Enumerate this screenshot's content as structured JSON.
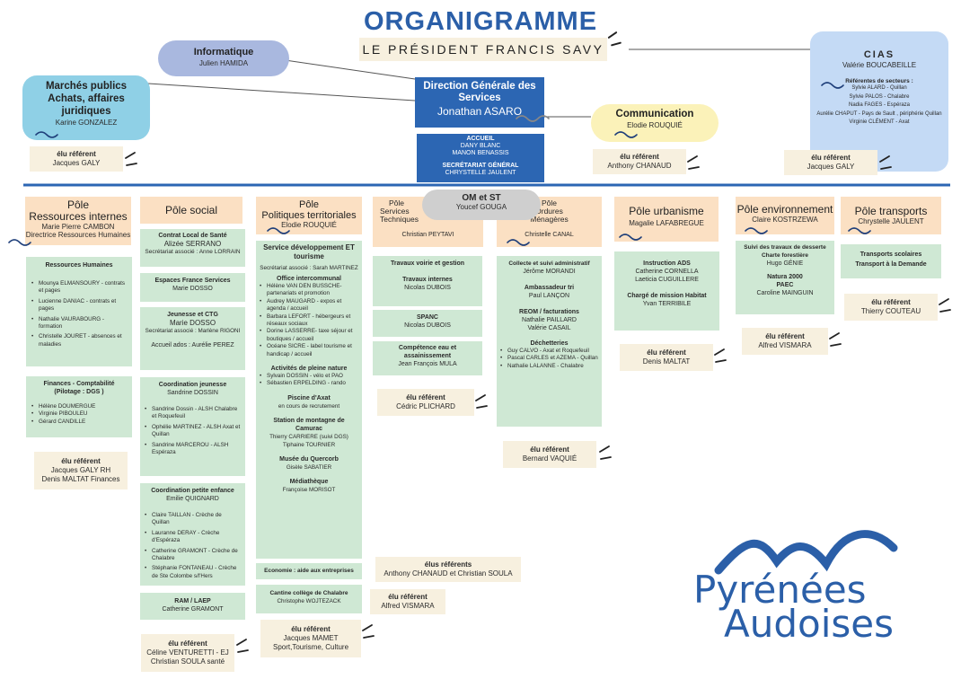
{
  "header": {
    "title": "ORGANIGRAMME",
    "subtitle": "LE PRÉSIDENT FRANCIS SAVY"
  },
  "informatique": {
    "title": "Informatique",
    "name": "Julien HAMIDA"
  },
  "marches": {
    "title": "Marchés publics Achats, affaires juridiques",
    "name": "Karine GONZALEZ",
    "ref_h": "élu référent",
    "ref_n": "Jacques GALY"
  },
  "dg": {
    "title": "Direction Générale des Services",
    "name": "Jonathan ASARO",
    "accueil": "ACCUEIL",
    "a1": "DANY BLANC",
    "a2": "MANON BENASSIS",
    "sec": "SECRÉTARIAT GÉNÉRAL",
    "s1": "CHRYSTELLE JAULENT"
  },
  "communication": {
    "title": "Communication",
    "name": "Elodie ROUQUIÉ",
    "ref_h": "élu référent",
    "ref_n": "Anthony CHANAUD"
  },
  "cias": {
    "title": "CIAS",
    "name": "Valérie BOUCABEILLE",
    "sect": "Référentes de secteurs :",
    "l1": "Sylvie ALARD - Quillan",
    "l2": "Sylvie PALOS - Chalabre",
    "l3": "Nadia FAGES - Espéraza",
    "l4": "Aurélie CHAPUT - Pays de Sault , périphérie Quillan",
    "l5": "Virginie CLÉMENT - Axat",
    "ref_h": "élu référent",
    "ref_n": "Jacques GALY"
  },
  "omst": {
    "title": "OM et ST",
    "name": "Youcef GOUGA"
  },
  "pole_rh": {
    "t1": "Pôle",
    "t2": "Ressources internes",
    "n1": "Marie Pierre CAMBON",
    "n2": "Directrice Ressources Humaines",
    "rh_title": "Ressources Humaines",
    "rh": [
      "Mounya ELMANSOURY - contrats et pages",
      "Lucienne DANIAC - contrats et pages",
      "Nathalie VAURABOURG - formation",
      "Christelle JOURET - absences et maladies"
    ],
    "fin_title": "Finances - Comptabilité (Pilotage : DGS )",
    "fin": [
      "Hélène DOUMERGUE",
      "Virginie PIBOULEU",
      "Gérard CANDILLE"
    ],
    "ref_h": "élu référent",
    "ref_n1": "Jacques GALY RH",
    "ref_n2": "Denis MALTAT Finances"
  },
  "pole_social": {
    "title": "Pôle social",
    "cls_t": "Contrat Local de Santé",
    "cls_n": "Alizée SERRANO",
    "cls_s": "Secrétariat associé : Anne LORRAIN",
    "efs_t": "Espaces France Services",
    "efs_n": "Marie DOSSO",
    "jc_t": "Jeunesse et CTG",
    "jc_n": "Marie DOSSO",
    "jc_s": "Secrétariat associé : Marlène RIGONI",
    "ado": "Accueil ados : Aurélie PEREZ",
    "coj_t": "Coordination jeunesse",
    "coj_n": "Sandrine DOSSIN",
    "coj": [
      "Sandrine Dossin - ALSH Chalabre et Roquefeuil",
      "Ophélie MARTINEZ - ALSH Axat et Quillan",
      "Sandrine MARCEROU - ALSH Espéraza"
    ],
    "cpe_t": "Coordination petite enfance",
    "cpe_n": "Emilie QUIGNARD",
    "cpe": [
      "Claire TAILLAN - Crèche de Quillan",
      "Lauranne DERAY - Crèche d'Espéraza",
      "Catherine GRAMONT - Crèche de Chalabre",
      "Stéphanie FONTANEAU - Crèche de Ste Colombe s/l'Hers"
    ],
    "ram_t": "RAM / LAEP",
    "ram_n": "Catherine GRAMONT",
    "ref_h": "élu référent",
    "ref_n1": "Céline VENTURETTI - EJ",
    "ref_n2": "Christian SOULA santé"
  },
  "pole_pt": {
    "t1": "Pôle",
    "t2": "Politiques territoriales",
    "name": "Elodie ROUQUIÉ",
    "sdt": "Service développement ET tourisme",
    "sdt_s": "Secrétariat associé : Sarah MARTINEZ",
    "oi_t": "Office intercommunal",
    "oi": [
      "Hélène VAN DEN BUSSCHE- partenariats et promotion",
      "Audrey MAUGARD - expos et agenda / accueil",
      "Barbara LEFORT - hébergeurs et réseaux sociaux",
      "Dorine LASSERRE- taxe séjour et boutiques / accueil",
      "Océane SICRE - label tourisme et handicap / accueil"
    ],
    "apn_t": "Activités de pleine nature",
    "apn": [
      "Sylvain DOSSIN - vélo et PAO",
      "Sébastien ERPELDING - rando"
    ],
    "pis_t": "Piscine d'Axat",
    "pis_n": "en cours de recrutement",
    "stm_t": "Station de montagne de Camurac",
    "stm_n1": "Thierry CARRIERE (suivi DGS)",
    "stm_n2": "Tiphaine TOURNIER",
    "mq_t": "Musée du Quercorb",
    "mq_n": "Gisèle SABATIER",
    "med_t": "Médiathèque",
    "med_n": "Françoise MORISOT",
    "eco": "Economie : aide aux entreprises",
    "can_t": "Cantine collège de Chalabre",
    "can_n": "Christophe WOJTEZACK",
    "ref_h": "élu référent",
    "ref_n1": "Jacques MAMET",
    "ref_n2": "Sport,Tourisme, Culture",
    "refs_h": "élus référents",
    "refs_n": "Anthony CHANAUD et Christian SOULA",
    "ref2_h": "élu référent",
    "ref2_n": "Alfred VISMARA"
  },
  "pole_st": {
    "t1": "Pôle",
    "t2": "Services",
    "t3": "Techniques",
    "name": "Christian PEYTAVI",
    "tvg": "Travaux voirie et gestion",
    "ti_t": "Travaux internes",
    "ti_n": "Nicolas DUBOIS",
    "sp_t": "SPANC",
    "sp_n": "Nicolas DUBOIS",
    "ce_t": "Compétence eau et assainissement",
    "ce_n": "Jean François MULA",
    "ref_h": "élu référent",
    "ref_n": "Cédric PLICHARD"
  },
  "pole_om": {
    "t1": "Pôle",
    "t2": "Ordures",
    "t3": "Ménagères",
    "name": "Christelle CANAL",
    "col_t": "Collecte et suivi administratif",
    "col_n": "Jérôme MORANDI",
    "amb_t": "Ambassadeur tri",
    "amb_n": "Paul LANÇON",
    "reom_t": "REOM / facturations",
    "reom_n1": "Nathalie PAILLARD",
    "reom_n2": "Valérie CASAIL",
    "dech_t": "Déchetteries",
    "dech": [
      "Guy CALVO - Axat et Roquefeuil",
      "Pascal CARLES et AZEMA - Quillan",
      "Nathalie LALANNE - Chalabre"
    ],
    "ref_h": "élu référent",
    "ref_n": "Bernard VAQUIÉ"
  },
  "pole_urb": {
    "title": "Pôle urbanisme",
    "name": "Magalie LAFABREGUE",
    "ads_t": "Instruction ADS",
    "ads_n1": "Catherine CORNELLA",
    "ads_n2": "Laeticia CUGUILLERE",
    "cmh_t": "Chargé de mission Habitat",
    "cmh_n": "Yvan TERRIBILE",
    "ref_h": "élu référent",
    "ref_n": "Denis MALTAT"
  },
  "pole_env": {
    "title": "Pôle environnement",
    "name": "Claire KOSTRZEWA",
    "std_t": "Suivi des travaux de desserte Charte forestière",
    "std_n": "Hugo GÉNIE",
    "n2k_t1": "Natura 2000",
    "n2k_t2": "PAEC",
    "n2k_n": "Caroline MAINGUIN",
    "ref_h": "élu référent",
    "ref_n": "Alfred VISMARA"
  },
  "pole_tr": {
    "title": "Pôle transports",
    "name": "Chrystelle JAULENT",
    "ts1": "Transports scolaires",
    "ts2": "Transport à la Demande",
    "ref_h": "élu référent",
    "ref_n": "Thierry COUTEAU"
  },
  "logo": {
    "l1": "Pyrénées",
    "l2": "Audoises"
  },
  "colors": {
    "navy": "#2c66b3",
    "green": "#cfe8d4",
    "orange": "#fbe0c3",
    "cream": "#f7f0df",
    "title_blue": "#2b5fa8"
  }
}
